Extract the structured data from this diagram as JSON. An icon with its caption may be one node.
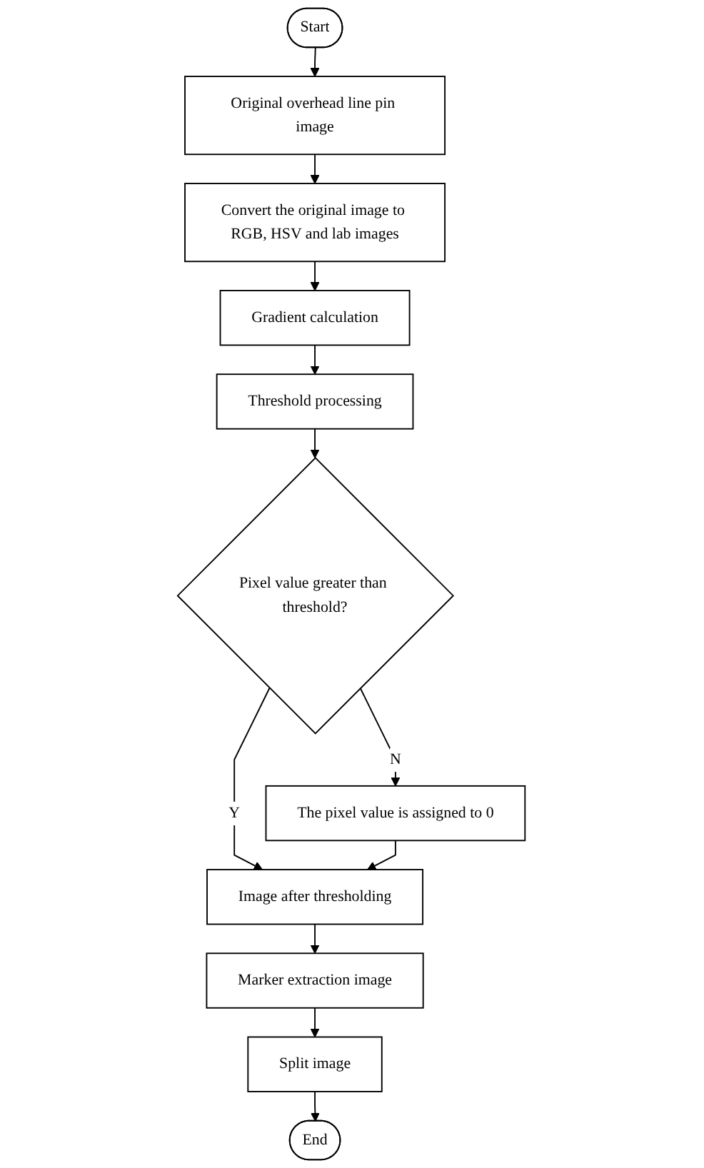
{
  "diagram": {
    "nodes": [
      {
        "text": [
          "Start"
        ]
      },
      {
        "text": [
          "Original overhead line pin image"
        ]
      },
      {
        "text": [
          "Convert the original image to RGB, HSV and lab images"
        ]
      },
      {
        "text": [
          "Gradient calculation"
        ]
      },
      {
        "text": [
          "Threshold processing"
        ]
      },
      {
        "text": [
          "Pixel value greater than threshold?"
        ]
      },
      {
        "text": [
          "The pixel value is assigned to 0"
        ]
      },
      {
        "text": [
          "Image after thresholding"
        ]
      },
      {
        "text": [
          "Marker extraction image"
        ]
      },
      {
        "text": [
          "Split image"
        ]
      },
      {
        "text": [
          "End"
        ]
      }
    ],
    "edges": [
      {
        "from": 0,
        "to": 1,
        "arrow": "to"
      },
      {
        "from": 1,
        "to": 2,
        "arrow": "to"
      },
      {
        "from": 2,
        "to": 3,
        "arrow": "to"
      },
      {
        "from": 3,
        "to": 4,
        "arrow": "to"
      },
      {
        "from": 4,
        "to": 5,
        "arrow": "to"
      },
      {
        "from": 5,
        "to": 6,
        "label": "N",
        "arrow": "to"
      },
      {
        "from": 5,
        "to": 7,
        "label": "Y",
        "arrow": "to"
      },
      {
        "from": 6,
        "to": 7,
        "arrow": "to"
      },
      {
        "from": 7,
        "to": 8,
        "arrow": "to"
      },
      {
        "from": 8,
        "to": 9,
        "arrow": "to"
      },
      {
        "from": 9,
        "to": 10,
        "arrow": "to"
      }
    ]
  }
}
